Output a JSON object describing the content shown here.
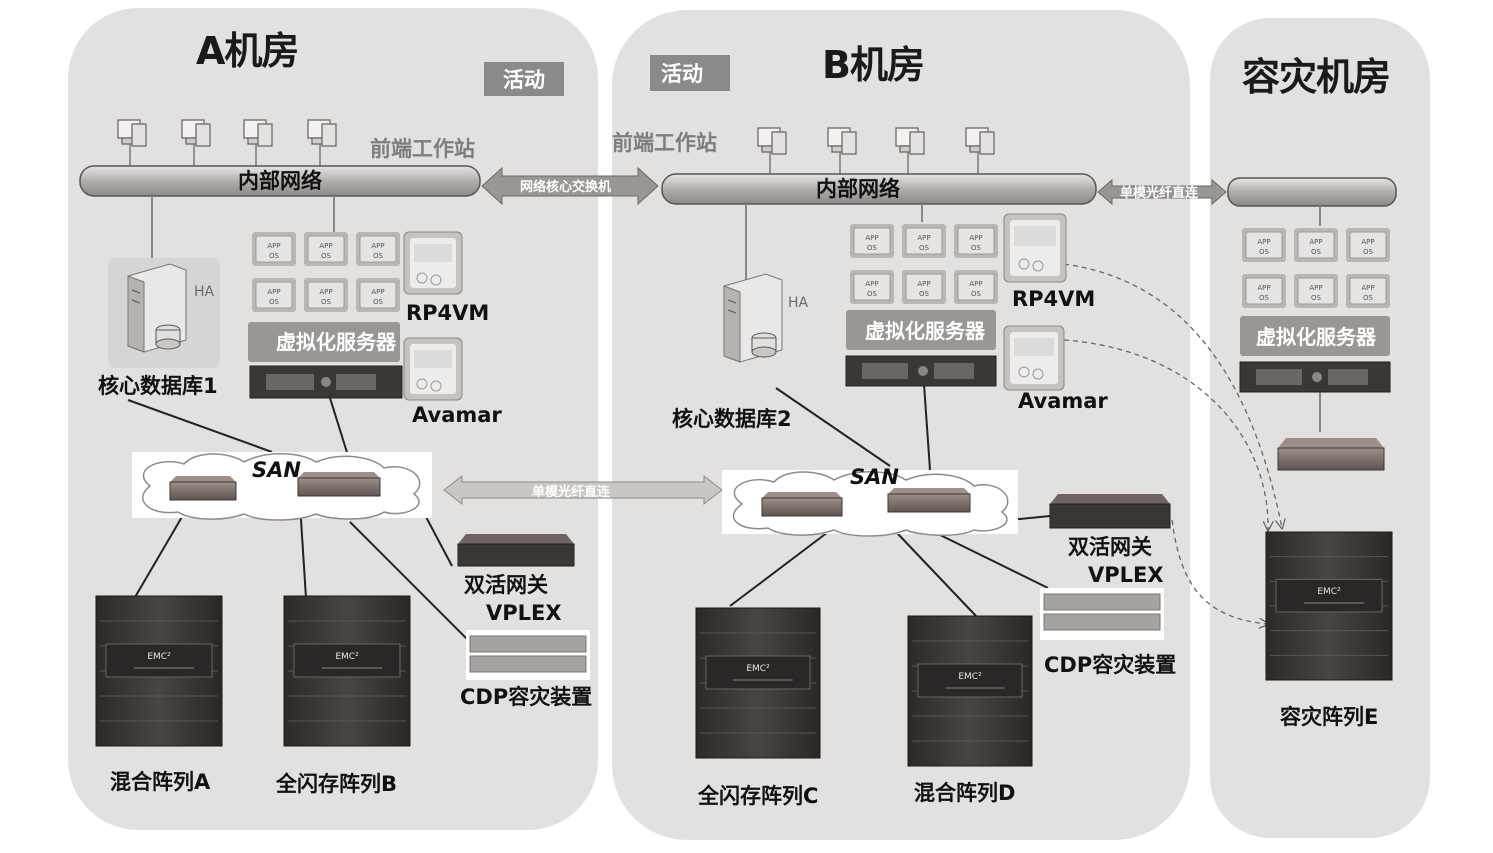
{
  "rooms": {
    "a": {
      "title": "A机房",
      "badge": "活动"
    },
    "b": {
      "title": "B机房",
      "badge": "活动"
    },
    "dr": {
      "title": "容灾机房"
    }
  },
  "labels": {
    "frontend_a": "前端工作站",
    "frontend_b": "前端工作站",
    "net_a": "内部网络",
    "net_b": "内部网络",
    "core_switch": "网络核心交换机",
    "fiber_top": "单模光纤直连",
    "fiber_mid": "单模光纤直连",
    "ha_a": "HA",
    "ha_b": "HA",
    "db1": "核心数据库1",
    "db2": "核心数据库2",
    "rp4vm_a": "RP4VM",
    "rp4vm_b": "RP4VM",
    "avamar_a": "Avamar",
    "avamar_b": "Avamar",
    "virt_a": "虚拟化服务器",
    "virt_b": "虚拟化服务器",
    "virt_dr": "虚拟化服务器",
    "san_a": "SAN",
    "san_b": "SAN",
    "gw_a_1": "双活网关",
    "gw_a_2": "VPLEX",
    "gw_b_1": "双活网关",
    "gw_b_2": "VPLEX",
    "cdp_a": "CDP容灾装置",
    "cdp_b": "CDP容灾装置",
    "array_a": "混合阵列A",
    "array_b": "全闪存阵列B",
    "array_c": "全闪存阵列C",
    "array_d": "混合阵列D",
    "array_e": "容灾阵列E",
    "app": "APP",
    "os": "OS",
    "emc": "EMC²"
  },
  "colors": {
    "room_fill": "#e3e1e0",
    "badge": "#8a8a8a",
    "pipe": "#b8b6b4",
    "arrow": "#9a9694",
    "device_dark": "#3b3735"
  }
}
